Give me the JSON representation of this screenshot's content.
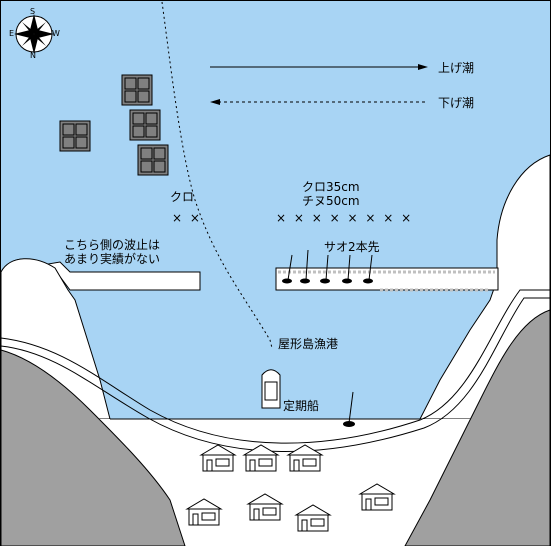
{
  "colors": {
    "sea": "#a8d4f4",
    "land": "#ffffff",
    "cliff": "#a0a0a0",
    "fish_farm": "#808080",
    "outline": "#000000"
  },
  "compass": {
    "north": "N",
    "south": "S",
    "east": "E",
    "west": "W"
  },
  "tide": {
    "rising_label": "上げ潮",
    "falling_label": "下げ潮"
  },
  "fishing": {
    "left_species": "クロ",
    "left_marks": "× ×",
    "species_line1": "クロ35cm",
    "species_line2": "チヌ50cm",
    "right_marks": "× × × × × × × ×",
    "rods_label": "サオ2本先"
  },
  "notes": {
    "breakwater_line1": "こちら側の波止は",
    "breakwater_line2": "あまり実績がない"
  },
  "harbor": {
    "port_name": "屋形島漁港",
    "ferry_label": "定期船"
  },
  "icons": {
    "compass": "compass-rose-icon",
    "house": "house-icon",
    "fish_farm": "fish-farm-raft-icon",
    "rod": "fishing-rod-icon",
    "boat": "boat-icon"
  }
}
